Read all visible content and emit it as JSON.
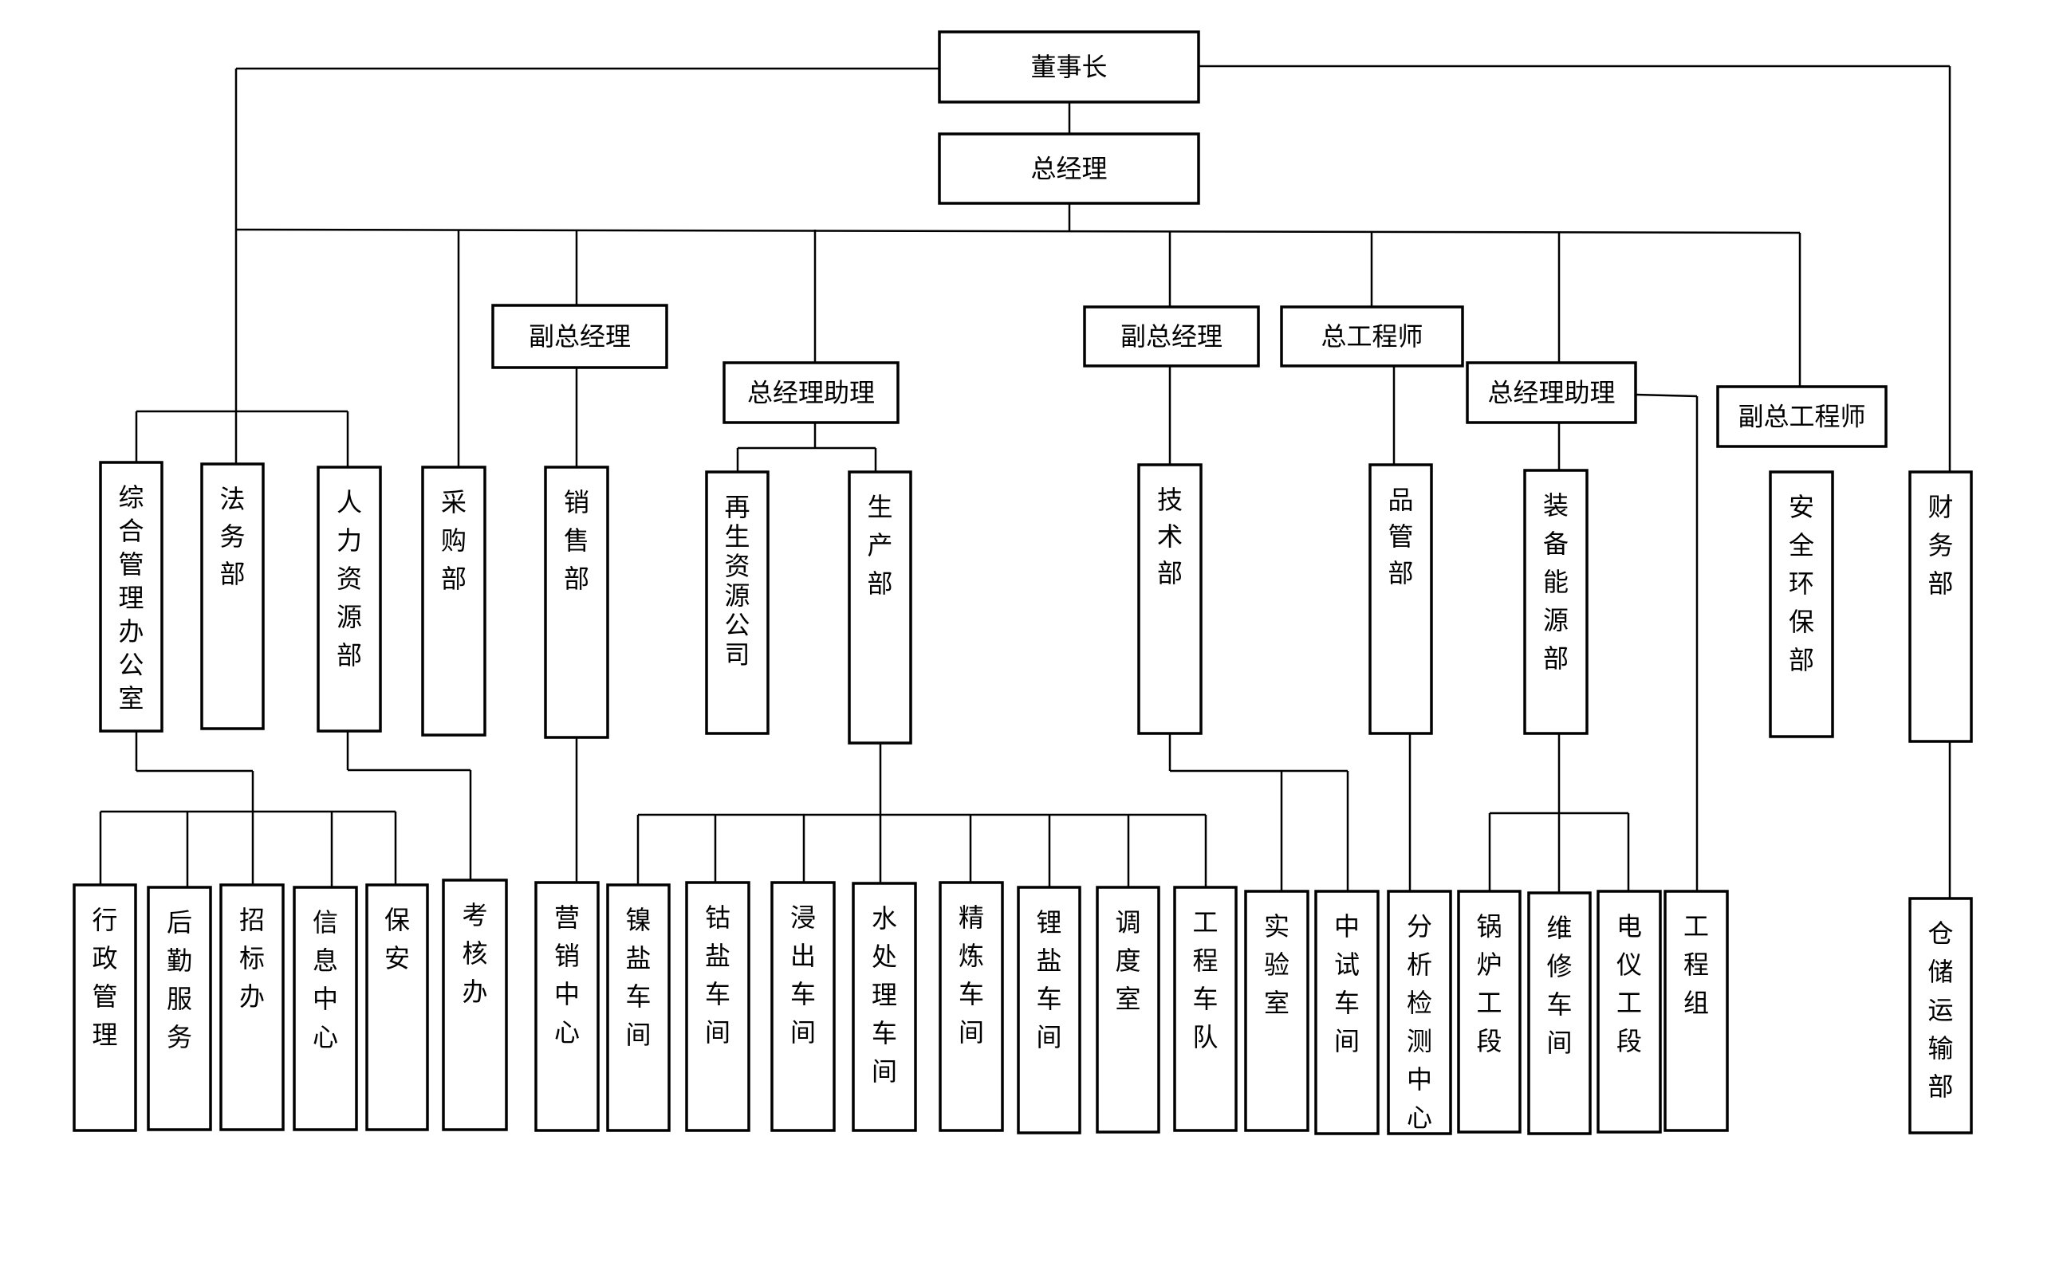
{
  "org": {
    "chairman": "董事长",
    "gm": "总经理",
    "vgm_sales": "副总经理",
    "gm_assistant_prod": "总经理助理",
    "vgm_tech": "副总经理",
    "chief_engineer": "总工程师",
    "gm_assistant_equip": "总经理助理",
    "deputy_chief_engineer": "副总工程师",
    "dept_admin": "综合管理办公室",
    "dept_legal": "法务部",
    "dept_hr": "人力资源部",
    "dept_purchase": "采购部",
    "dept_sales": "销售部",
    "dept_recycle": "再生资源公司",
    "dept_production": "生产部",
    "dept_tech": "技术部",
    "dept_quality": "品管部",
    "dept_equipment": "装备能源部",
    "dept_safety": "安全环保部",
    "dept_finance": "财务部",
    "unit_admin_mgmt": "行政管理",
    "unit_logistics": "后勤服务",
    "unit_bidding": "招标办",
    "unit_info": "信息中心",
    "unit_security": "保安",
    "unit_assess": "考核办",
    "unit_marketing": "营销中心",
    "unit_nickel": "镍盐车间",
    "unit_cobalt": "钴盐车间",
    "unit_leach": "浸出车间",
    "unit_water": "水处理车间",
    "unit_refine": "精炼车间",
    "unit_lithium": "锂盐车间",
    "unit_dispatch": "调度室",
    "unit_eng_team": "工程车队",
    "unit_lab": "实验室",
    "unit_pilot": "中试车间",
    "unit_analysis": "分析检测中心",
    "unit_boiler": "锅炉工段",
    "unit_repair": "维修车间",
    "unit_electric": "电仪工段",
    "unit_eng_group": "工程组",
    "unit_warehouse": "仓储运输部"
  }
}
